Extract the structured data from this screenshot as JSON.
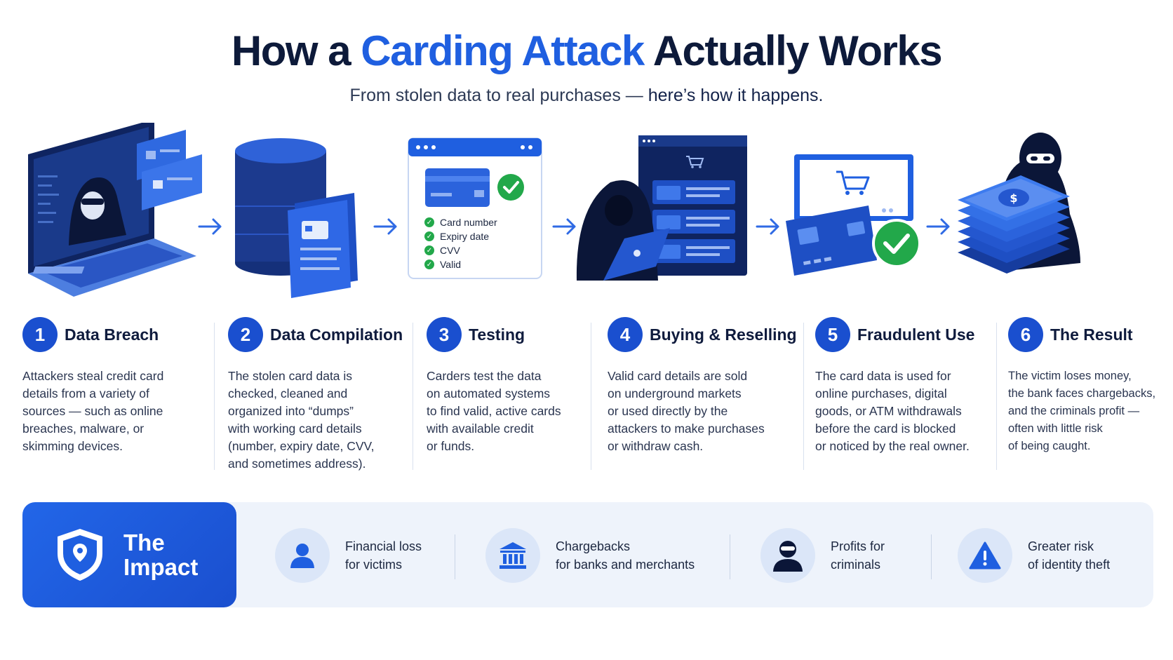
{
  "header": {
    "title_part1": "How a ",
    "title_highlight": "Carding Attack",
    "title_part2": " Actually Works",
    "subtitle_part1": "From stolen data to real purchases — ",
    "subtitle_part2": "here’s how it happens."
  },
  "steps": [
    {
      "number": "1",
      "title": "Data Breach",
      "desc": [
        "Attackers steal credit card",
        "details from a variety of",
        "sources — such as online",
        "breaches, malware, or",
        "skimming devices."
      ]
    },
    {
      "number": "2",
      "title": "Data Compilation",
      "desc": [
        "The stolen card data is",
        "checked, cleaned and",
        "organized into “dumps”",
        "with working card details",
        "(number, expiry date, CVV,",
        "and sometimes address)."
      ]
    },
    {
      "number": "3",
      "title": "Testing",
      "desc": [
        "Carders test the data",
        "on automated systems",
        "to find valid, active cards",
        "with available credit",
        "or funds."
      ]
    },
    {
      "number": "4",
      "title": "Buying & Reselling",
      "desc": [
        "Valid card details are sold",
        "on underground markets",
        "or used directly by the",
        "attackers to make purchases",
        "or withdraw cash."
      ]
    },
    {
      "number": "5",
      "title": "Fraudulent Use",
      "desc": [
        "The card data is used for",
        "online purchases, digital",
        "goods, or ATM withdrawals",
        "before the card is blocked",
        "or noticed by the real owner."
      ]
    },
    {
      "number": "6",
      "title": "The Result",
      "desc": [
        "The victim loses money,",
        "the bank faces chargebacks,",
        "and the criminals profit —",
        "often with little risk",
        "of being caught."
      ]
    }
  ],
  "testing_checklist": [
    "Card number",
    "Expiry date",
    "CVV",
    "Valid"
  ],
  "impact": {
    "title_line1": "The",
    "title_line2": "Impact",
    "items": [
      {
        "icon": "person-icon",
        "line1": "Financial loss",
        "line2": "for victims"
      },
      {
        "icon": "bank-icon",
        "line1": "Chargebacks",
        "line2": "for banks and merchants"
      },
      {
        "icon": "criminal-icon",
        "line1": "Profits for",
        "line2": "criminals"
      },
      {
        "icon": "warning-icon",
        "line1": "Greater risk",
        "line2": "of identity theft"
      }
    ]
  },
  "colors": {
    "primary": "#1f5fe0",
    "dark_navy": "#0d1a3a",
    "success_green": "#22a84a",
    "impact_bg": "#eef3fb"
  }
}
